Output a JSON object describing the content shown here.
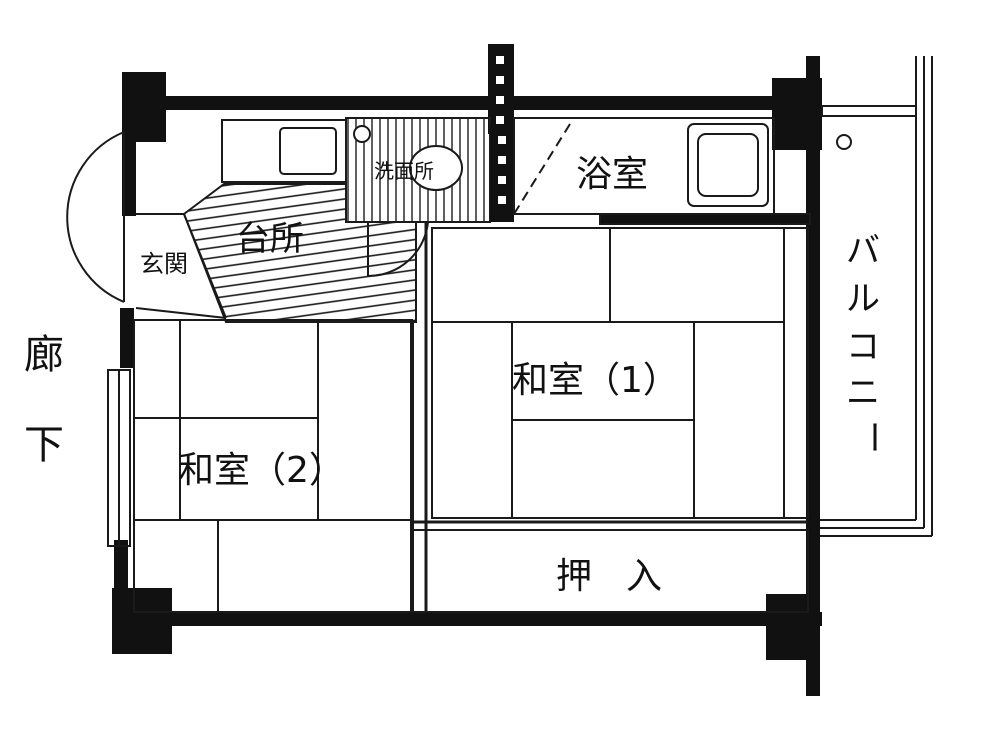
{
  "rooms": {
    "genkan": "玄関",
    "daidokoro": "台所",
    "senmenjo": "洗面所",
    "yokushitsu": "浴室",
    "washitsu1": "和室（1）",
    "washitsu2": "和室（2）",
    "oshiire": "押入"
  },
  "outside": {
    "rouka": [
      "廊",
      "下"
    ],
    "balcony": [
      "バ",
      "ル",
      "コ",
      "ニ",
      "ー"
    ]
  },
  "colors": {
    "wall": "#111111",
    "line": "#1a1a1a",
    "paper": "#ffffff"
  }
}
